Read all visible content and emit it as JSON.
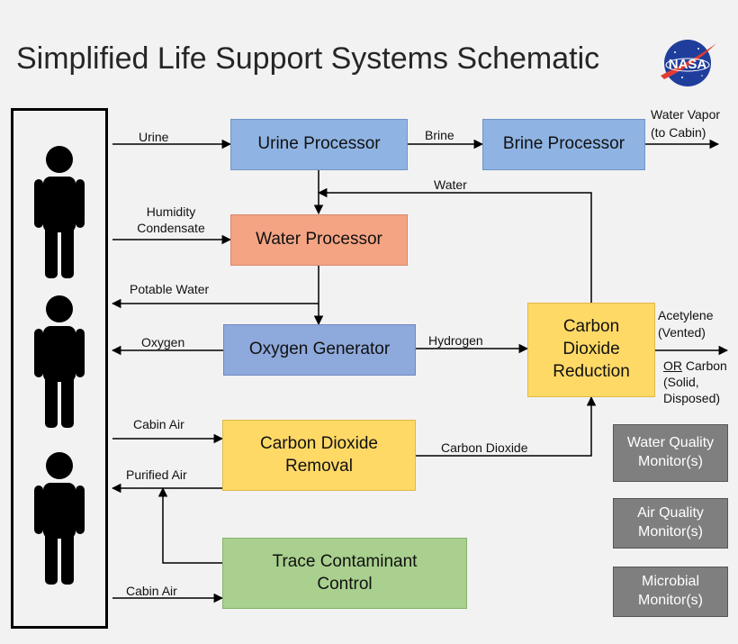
{
  "title": "Simplified Life Support Systems Schematic",
  "logo": {
    "text": "NASA",
    "colors": {
      "globe": "#1f3e9c",
      "swoosh": "#e03c31",
      "text": "#ffffff"
    }
  },
  "boxes": {
    "urine_processor": "Urine Processor",
    "brine_processor": "Brine Processor",
    "water_processor": "Water Processor",
    "oxygen_generator": "Oxygen Generator",
    "co2_reduction": "Carbon Dioxide Reduction",
    "co2_removal": "Carbon Dioxide Removal",
    "trace_contaminant": "Trace Contaminant Control",
    "water_quality": "Water Quality Monitor(s)",
    "air_quality": "Air Quality Monitor(s)",
    "microbial": "Microbial Monitor(s)"
  },
  "flows": {
    "urine": "Urine",
    "brine": "Brine",
    "water_vapor": "Water Vapor (to Cabin)",
    "water": "Water",
    "humidity_line1": "Humidity",
    "humidity_line2": "Condensate",
    "potable_water": "Potable Water",
    "oxygen": "Oxygen",
    "hydrogen": "Hydrogen",
    "acetylene": "Acetylene (Vented)",
    "or_word": "OR",
    "carbon_rest": " Carbon (Solid, Disposed)",
    "cabin_air_1": "Cabin Air",
    "purified_air": "Purified Air",
    "carbon_dioxide": "Carbon Dioxide",
    "cabin_air_2": "Cabin Air"
  },
  "colors": {
    "processor_blue": "#8fb4e3",
    "water_orange": "#f4a483",
    "oxygen_purple": "#8ea9db",
    "co2_yellow": "#ffd966",
    "trace_green": "#a9d08e",
    "monitor_gray": "#7f7f7f"
  },
  "icons": [
    "person-icon",
    "nasa-logo"
  ]
}
